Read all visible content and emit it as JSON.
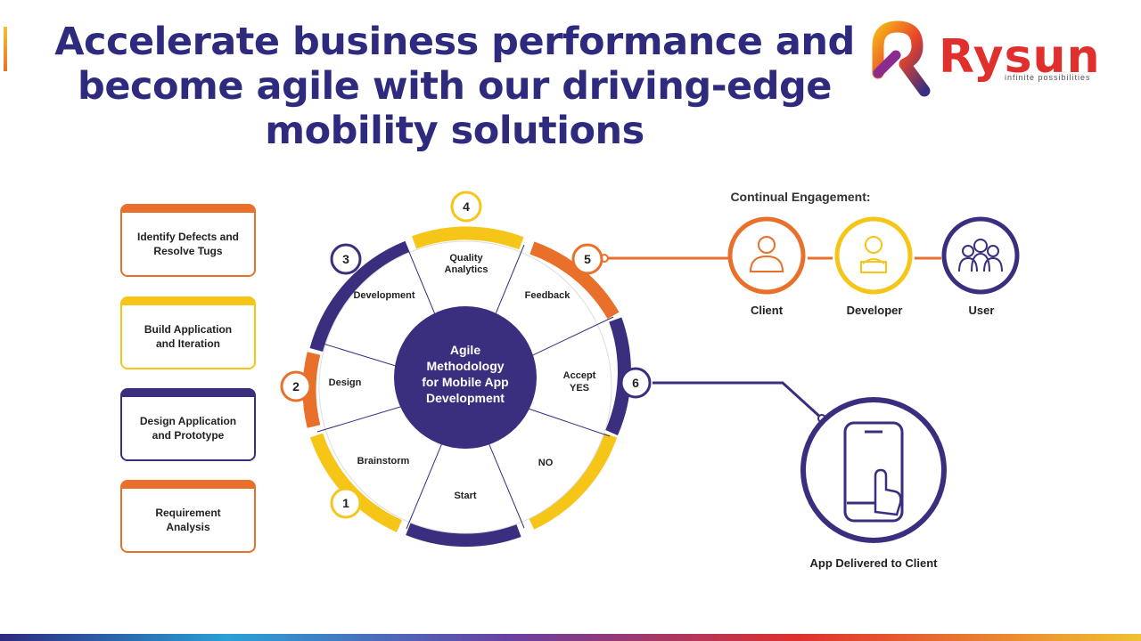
{
  "title": {
    "line1": "Accelerate business performance and",
    "line2": "become agile with our driving-edge",
    "line3": "mobility solutions"
  },
  "logo": {
    "word": "Rysun",
    "tagline": "infinite possibilities"
  },
  "side_steps": [
    {
      "label": "Identify Defects and Resolve Tugs",
      "color": "#e8702a"
    },
    {
      "label": "Build Application and Iteration",
      "color": "#f5c518"
    },
    {
      "label": "Design Application and Prototype",
      "color": "#3a2f7f"
    },
    {
      "label": "Requirement Analysis",
      "color": "#e8702a"
    }
  ],
  "wheel": {
    "center_lines": [
      "Agile",
      "Methodology",
      "for Mobile App",
      "Development"
    ],
    "segments": [
      {
        "label": "Quality Analytics"
      },
      {
        "label": "Feedback"
      },
      {
        "label": "Accept YES"
      },
      {
        "label": "NO"
      },
      {
        "label": "Start"
      },
      {
        "label": "Brainstorm"
      },
      {
        "label": "Design"
      },
      {
        "label": "Development"
      }
    ],
    "step_numbers": [
      "1",
      "2",
      "3",
      "4",
      "5",
      "6"
    ]
  },
  "engagement": {
    "heading": "Continual Engagement:",
    "roles": [
      {
        "label": "Client",
        "color": "#e8702a"
      },
      {
        "label": "Developer",
        "color": "#f5c518"
      },
      {
        "label": "User",
        "color": "#3a2f7f"
      }
    ]
  },
  "delivery": {
    "label": "App Delivered to Client"
  },
  "colors": {
    "navy": "#2e2a7e",
    "purple": "#3a2f7f",
    "orange": "#e8702a",
    "yellow": "#f5c518"
  }
}
